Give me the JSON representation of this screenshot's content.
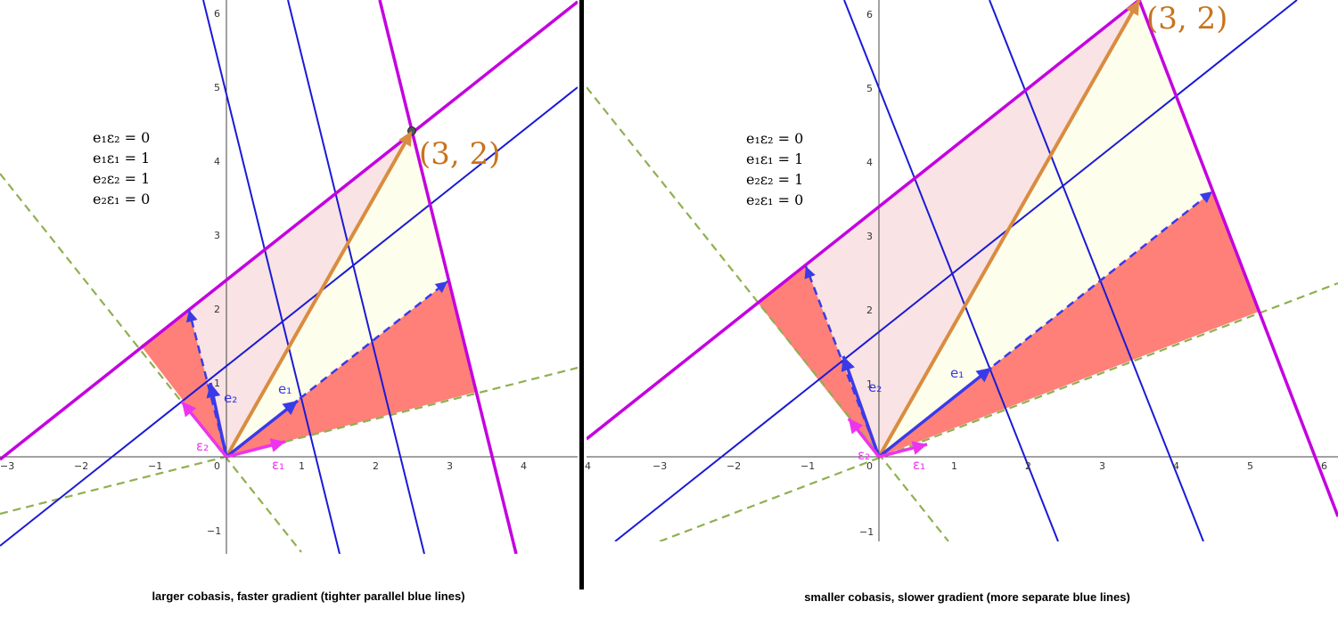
{
  "panels": [
    {
      "caption": "larger cobasis, faster gradient (tighter parallel blue lines)",
      "relations": [
        "e₁ε₂ = 0",
        "e₁ε₁ = 1",
        "e₂ε₂ = 1",
        "e₂ε₁ = 0"
      ],
      "point_label": "(3, 2)",
      "vector_labels": {
        "e1": "e₁",
        "e2": "e₂",
        "eps1": "ε₁",
        "eps2": "ε₂"
      },
      "x_ticks": [
        "−3",
        "−2",
        "−1",
        "0",
        "1",
        "2",
        "3",
        "4"
      ],
      "y_ticks": [
        "−1",
        "1",
        "2",
        "3",
        "4",
        "5",
        "6"
      ]
    },
    {
      "caption": "smaller cobasis, slower gradient (more separate blue lines)",
      "relations": [
        "e₁ε₂ = 0",
        "e₁ε₁ = 1",
        "e₂ε₂ = 1",
        "e₂ε₁ = 0"
      ],
      "point_label": "(3, 2)",
      "vector_labels": {
        "e1": "e₁",
        "e2": "e₂",
        "eps1": "ε₁",
        "eps2": "ε₂"
      },
      "x_ticks": [
        "4",
        "−3",
        "−2",
        "−1",
        "0",
        "1",
        "2",
        "3",
        "4",
        "5",
        "6"
      ],
      "y_ticks": [
        "−1",
        "1",
        "2",
        "3",
        "4",
        "5",
        "6"
      ]
    }
  ],
  "colors": {
    "blue_line": "#1a1ad6",
    "magenta_line": "#c400e0",
    "orange_vector": "#d98c40",
    "green_dash": "#8fb050",
    "red_fill": "#ff8078",
    "pink_fill": "#f9e3e4",
    "yellow_fill": "#fefeec",
    "basis_blue": "#3a3ae8",
    "cobasis_magenta": "#ee33ee",
    "divider": "#000000"
  }
}
